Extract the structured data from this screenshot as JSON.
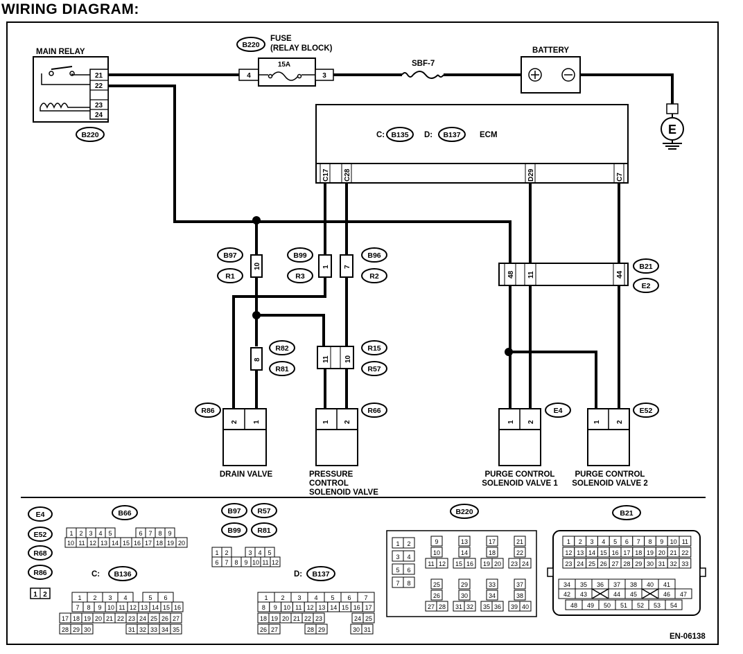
{
  "page_title": "WIRING DIAGRAM:",
  "main_relay": {
    "label": "MAIN RELAY",
    "pins": [
      "21",
      "22",
      "23",
      "24"
    ],
    "connector": "B220"
  },
  "fuse": {
    "connector": "B220",
    "label_line1": "FUSE",
    "label_line2": "(RELAY BLOCK)",
    "rating": "15A",
    "pin_in": "4",
    "pin_out": "3"
  },
  "sbf": {
    "label": "SBF-7"
  },
  "battery": {
    "label": "BATTERY"
  },
  "ground": {
    "label": "E"
  },
  "ecm": {
    "label": "ECM",
    "conn_c_prefix": "C:",
    "conn_c": "B135",
    "conn_d_prefix": "D:",
    "conn_d": "B137",
    "pins": [
      "C17",
      "C28",
      "D29",
      "C7"
    ]
  },
  "junctions": {
    "j1": {
      "pin": "10",
      "top": "B97",
      "bottom": "R1"
    },
    "j2": {
      "pin": "1",
      "top": "B99",
      "bottom": "R3"
    },
    "j3": {
      "pin": "7",
      "top": "B96",
      "bottom": "R2"
    },
    "j4": {
      "pins": [
        "48",
        "11",
        "44"
      ],
      "top": "B21",
      "bottom": "E2"
    },
    "j5": {
      "pin": "8",
      "top": "R82",
      "bottom": "R81"
    },
    "j6": {
      "pins": [
        "11",
        "10"
      ],
      "top": "R15",
      "bottom": "R57"
    }
  },
  "components": {
    "drain_valve": {
      "conn": "R86",
      "pins": [
        "2",
        "1"
      ],
      "label": "DRAIN VALVE"
    },
    "pressure_valve": {
      "conn": "R66",
      "pins": [
        "1",
        "2"
      ],
      "label_l1": "PRESSURE",
      "label_l2": "CONTROL",
      "label_l3": "SOLENOID VALVE"
    },
    "purge1": {
      "conn": "E4",
      "pins": [
        "1",
        "2"
      ],
      "label_l1": "PURGE CONTROL",
      "label_l2": "SOLENOID VALVE 1"
    },
    "purge2": {
      "conn": "E52",
      "pins": [
        "1",
        "2"
      ],
      "label_l1": "PURGE CONTROL",
      "label_l2": "SOLENOID VALVE 2"
    }
  },
  "legend": {
    "small_conn_labels": [
      "E4",
      "E52",
      "R68",
      "R86"
    ],
    "small_conn_pins": [
      "1",
      "2"
    ],
    "b66": {
      "label": "B66",
      "row1": [
        "1",
        "2",
        "3",
        "4",
        "5",
        "6",
        "7",
        "8",
        "9"
      ],
      "row2": [
        "10",
        "11",
        "12",
        "13",
        "14",
        "15",
        "16",
        "17",
        "18",
        "19",
        "20"
      ]
    },
    "b97": {
      "labels": [
        "B97",
        "R57",
        "B99",
        "R81"
      ],
      "row1": [
        "1",
        "2",
        "3",
        "4",
        "5"
      ],
      "row2": [
        "6",
        "7",
        "8",
        "9",
        "10",
        "11",
        "12"
      ]
    },
    "b136": {
      "prefix": "C:",
      "label": "B136",
      "row1": [
        "1",
        "2",
        "3",
        "4",
        "5",
        "6"
      ],
      "row2": [
        "7",
        "8",
        "9",
        "10",
        "11",
        "12",
        "13",
        "14",
        "15",
        "16"
      ],
      "row3": [
        "17",
        "18",
        "19",
        "20",
        "21",
        "22",
        "23",
        "24",
        "25",
        "26",
        "27"
      ],
      "row4": [
        "28",
        "29",
        "30",
        "31",
        "32",
        "33",
        "34",
        "35"
      ]
    },
    "b137": {
      "prefix": "D:",
      "label": "B137",
      "row1": [
        "1",
        "2",
        "3",
        "4",
        "5",
        "6",
        "7"
      ],
      "row2": [
        "8",
        "9",
        "10",
        "11",
        "12",
        "13",
        "14",
        "15",
        "16",
        "17"
      ],
      "row3": [
        "18",
        "19",
        "20",
        "21",
        "22",
        "23",
        "24",
        "25"
      ],
      "row4": [
        "26",
        "27",
        "28",
        "29",
        "30",
        "31"
      ]
    },
    "b220": {
      "label": "B220",
      "grid_a": [
        "1",
        "2",
        "3",
        "4",
        "5",
        "6",
        "7",
        "8"
      ],
      "grid_b": [
        "9",
        "10",
        "11",
        "12"
      ],
      "grid_c": [
        "13",
        "14",
        "15",
        "16"
      ],
      "grid_d": [
        "17",
        "18",
        "19",
        "20"
      ],
      "grid_e": [
        "21",
        "22",
        "23",
        "24"
      ],
      "grid_f": [
        "25",
        "26",
        "27",
        "28"
      ],
      "grid_g": [
        "29",
        "30",
        "31",
        "32"
      ],
      "grid_h": [
        "33",
        "34",
        "35",
        "36"
      ],
      "grid_i": [
        "37",
        "38",
        "39",
        "40"
      ]
    },
    "b21": {
      "label": "B21",
      "row1": [
        "1",
        "2",
        "3",
        "4",
        "5",
        "6",
        "7",
        "8",
        "9",
        "10",
        "11"
      ],
      "row2": [
        "12",
        "13",
        "14",
        "15",
        "16",
        "17",
        "18",
        "19",
        "20",
        "21",
        "22"
      ],
      "row3": [
        "23",
        "24",
        "25",
        "26",
        "27",
        "28",
        "29",
        "30",
        "31",
        "32",
        "33"
      ],
      "row4": [
        "34",
        "35",
        "36",
        "37",
        "38",
        "40",
        "41"
      ],
      "row5": [
        "42",
        "43",
        "44",
        "45",
        "46",
        "47"
      ],
      "row6": [
        "48",
        "49",
        "50",
        "51",
        "52",
        "53",
        "54"
      ]
    }
  },
  "doc_code": "EN-06138"
}
